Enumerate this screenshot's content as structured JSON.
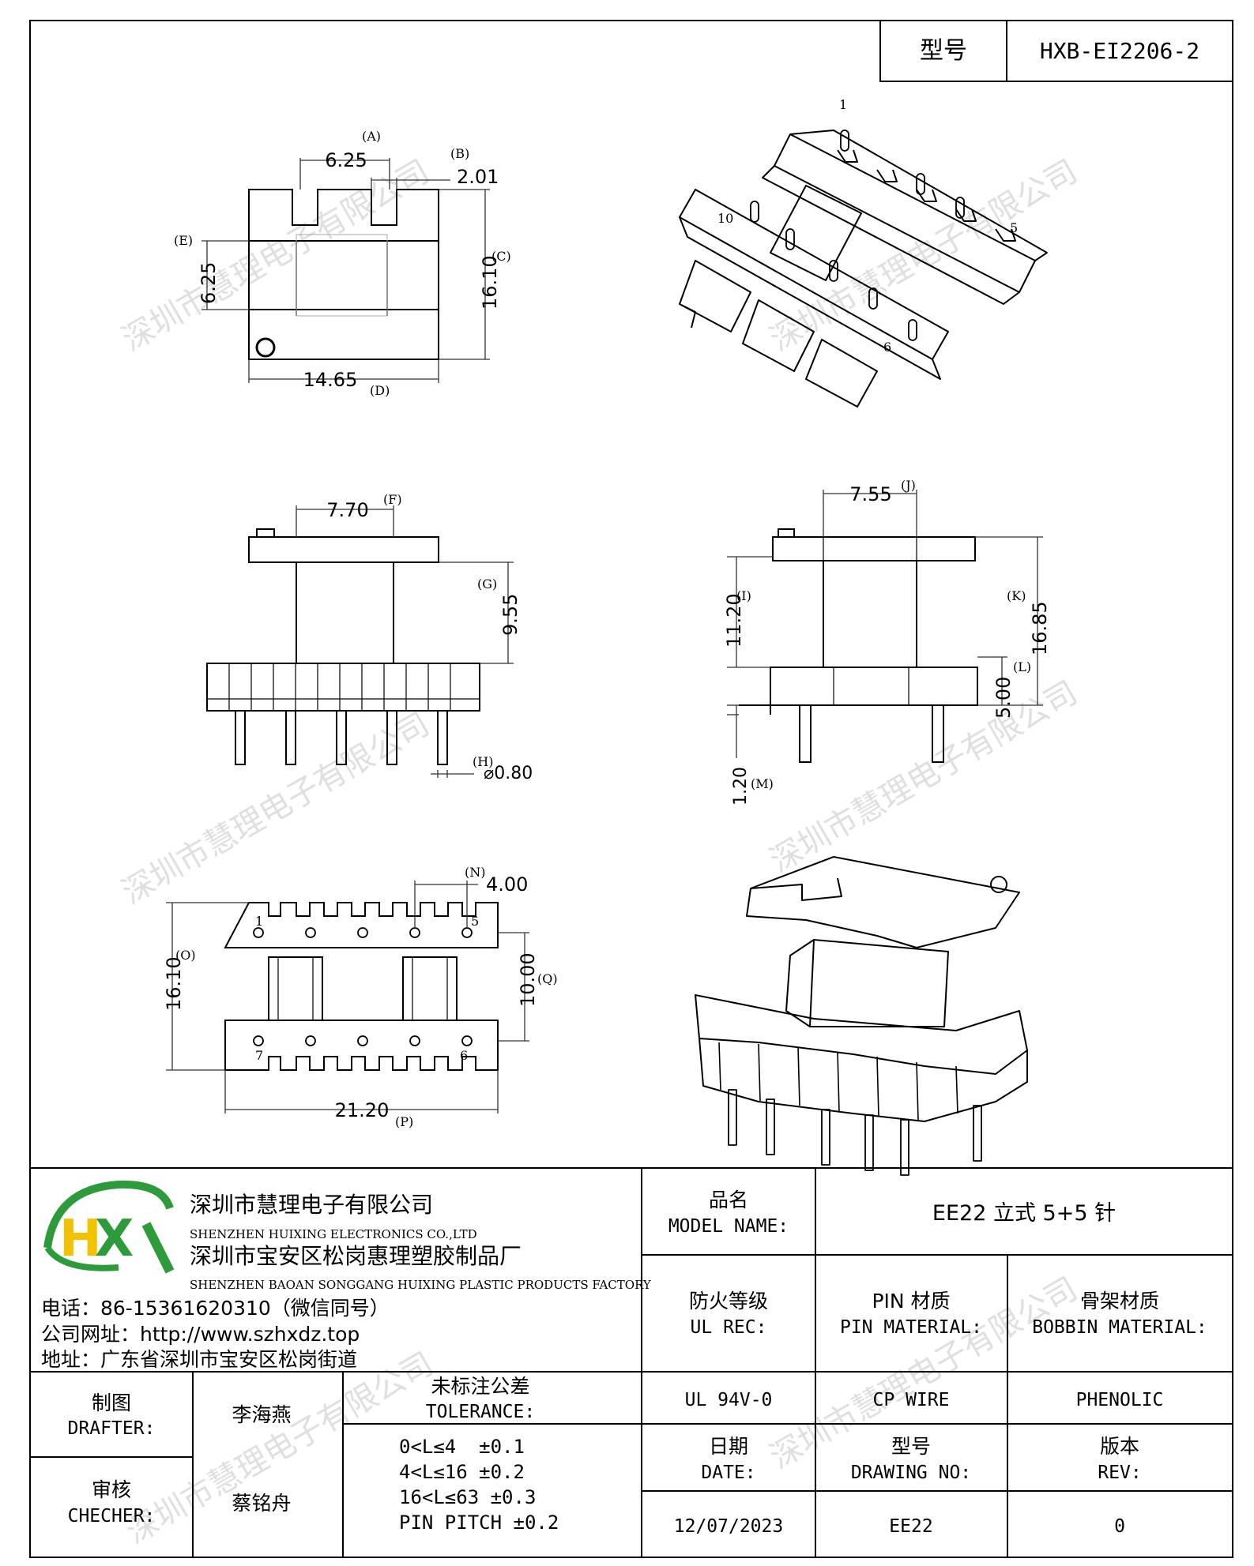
{
  "header": {
    "model_label": "型号",
    "model_value": "HXB-EI2206-2"
  },
  "watermark": "深圳市慧理电子有限公司",
  "views": {
    "top": {
      "dim_A": "6.25",
      "tag_A": "(A)",
      "dim_B": "2.01",
      "tag_B": "(B)",
      "dim_C": "16.10",
      "tag_C": "(C)",
      "dim_D": "14.65",
      "tag_D": "(D)",
      "dim_E": "6.25",
      "tag_E": "(E)"
    },
    "iso_top": {
      "pin_1": "1",
      "pin_5": "5",
      "pin_6": "6",
      "pin_10": "10"
    },
    "front": {
      "dim_F": "7.70",
      "tag_F": "(F)",
      "dim_G": "9.55",
      "tag_G": "(G)",
      "dim_H": "⌀0.80",
      "tag_H": "(H)"
    },
    "side": {
      "dim_J": "7.55",
      "tag_J": "(J)",
      "dim_I": "11.20",
      "tag_I": "(I)",
      "dim_K": "16.85",
      "tag_K": "(K)",
      "dim_L": "5.00",
      "tag_L": "(L)",
      "dim_M": "1.20",
      "tag_M": "(M)"
    },
    "bottom": {
      "dim_N": "4.00",
      "tag_N": "(N)",
      "dim_O": "16.10",
      "tag_O": "(O)",
      "dim_P": "21.20",
      "tag_P": "(P)",
      "dim_Q": "10.00",
      "tag_Q": "(Q)",
      "pin_1": "1",
      "pin_5": "5",
      "pin_6": "6",
      "pin_7": "7"
    }
  },
  "company": {
    "logo_text": "HX",
    "name_cn": "深圳市慧理电子有限公司",
    "name_en": "SHENZHEN HUIXING ELECTRONICS CO.,LTD",
    "factory_cn": "深圳市宝安区松岗惠理塑胶制品厂",
    "factory_en": "SHENZHEN BAOAN SONGGANG HUIXING PLASTIC PRODUCTS FACTORY",
    "phone": "电话：86-15361620310（微信同号）",
    "website": "公司网址：http://www.szhxdz.top",
    "address": "地址：广东省深圳市宝安区松岗街道"
  },
  "table": {
    "model_name_cn": "品名",
    "model_name_en": "MODEL NAME:",
    "model_name_value": "EE22 立式 5+5 针",
    "ul_cn": "防火等级",
    "ul_en": "UL REC:",
    "pin_mat_cn": "PIN 材质",
    "pin_mat_en": "PIN MATERIAL:",
    "bobbin_mat_cn": "骨架材质",
    "bobbin_mat_en": "BOBBIN MATERIAL:",
    "ul_value": "UL 94V-0",
    "pin_mat_value": "CP WIRE",
    "bobbin_mat_value": "PHENOLIC",
    "drafter_cn": "制图",
    "drafter_en": "DRAFTER:",
    "drafter_value": "李海燕",
    "checker_cn": "审核",
    "checker_en": "CHECHER:",
    "checker_value": "蔡铭舟",
    "tolerance_cn": "未标注公差",
    "tolerance_en": "TOLERANCE:",
    "tolerances": [
      "0<L≤4  ±0.1",
      "4<L≤16 ±0.2",
      "16<L≤63 ±0.3",
      "PIN PITCH ±0.2"
    ],
    "date_cn": "日期",
    "date_en": "DATE:",
    "date_value": "12/07/2023",
    "drawing_cn": "型号",
    "drawing_en": "DRAWING NO:",
    "drawing_value": "EE22",
    "rev_cn": "版本",
    "rev_en": "REV:",
    "rev_value": "0"
  },
  "colors": {
    "line": "#000000",
    "dim_line": "#444444",
    "logo_green": "#2e9b3a",
    "logo_yellow": "#f2c200",
    "watermark": "#d9d9d9"
  }
}
